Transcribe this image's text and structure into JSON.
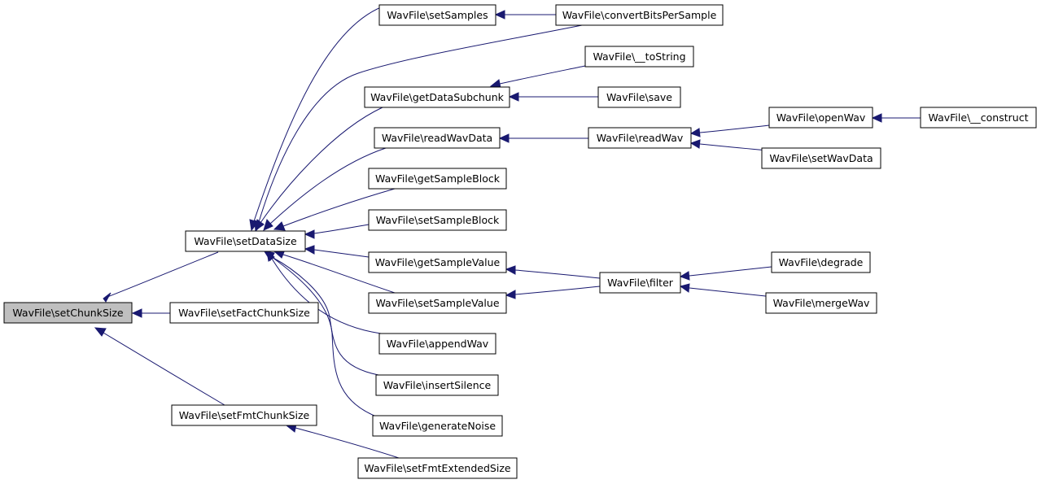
{
  "nodes": [
    {
      "id": "n0",
      "label": "WavFile\\setChunkSize",
      "highlight": true
    },
    {
      "id": "n1",
      "label": "WavFile\\setDataSize"
    },
    {
      "id": "n2",
      "label": "WavFile\\setFactChunkSize"
    },
    {
      "id": "n3",
      "label": "WavFile\\setFmtChunkSize"
    },
    {
      "id": "n4",
      "label": "WavFile\\setSamples"
    },
    {
      "id": "n5",
      "label": "WavFile\\getDataSubchunk"
    },
    {
      "id": "n6",
      "label": "WavFile\\readWavData"
    },
    {
      "id": "n7",
      "label": "WavFile\\getSampleBlock"
    },
    {
      "id": "n8",
      "label": "WavFile\\setSampleBlock"
    },
    {
      "id": "n9",
      "label": "WavFile\\getSampleValue"
    },
    {
      "id": "n10",
      "label": "WavFile\\setSampleValue"
    },
    {
      "id": "n11",
      "label": "WavFile\\appendWav"
    },
    {
      "id": "n12",
      "label": "WavFile\\insertSilence"
    },
    {
      "id": "n13",
      "label": "WavFile\\generateNoise"
    },
    {
      "id": "n14",
      "label": "WavFile\\setFmtExtendedSize"
    },
    {
      "id": "n15",
      "label": "WavFile\\convertBitsPerSample"
    },
    {
      "id": "n16",
      "label": "WavFile\\__toString"
    },
    {
      "id": "n17",
      "label": "WavFile\\save"
    },
    {
      "id": "n18",
      "label": "WavFile\\readWav"
    },
    {
      "id": "n19",
      "label": "WavFile\\filter"
    },
    {
      "id": "n20",
      "label": "WavFile\\openWav"
    },
    {
      "id": "n21",
      "label": "WavFile\\setWavData"
    },
    {
      "id": "n22",
      "label": "WavFile\\degrade"
    },
    {
      "id": "n23",
      "label": "WavFile\\mergeWav"
    },
    {
      "id": "n24",
      "label": "WavFile\\__construct"
    }
  ],
  "edges": [
    {
      "from": "n1",
      "to": "n0"
    },
    {
      "from": "n2",
      "to": "n0"
    },
    {
      "from": "n3",
      "to": "n0"
    },
    {
      "from": "n4",
      "to": "n1"
    },
    {
      "from": "n15",
      "to": "n1"
    },
    {
      "from": "n5",
      "to": "n1"
    },
    {
      "from": "n6",
      "to": "n1"
    },
    {
      "from": "n7",
      "to": "n1"
    },
    {
      "from": "n8",
      "to": "n1"
    },
    {
      "from": "n9",
      "to": "n1"
    },
    {
      "from": "n10",
      "to": "n1"
    },
    {
      "from": "n11",
      "to": "n1"
    },
    {
      "from": "n12",
      "to": "n1"
    },
    {
      "from": "n13",
      "to": "n1"
    },
    {
      "from": "n14",
      "to": "n3"
    },
    {
      "from": "n15",
      "to": "n4"
    },
    {
      "from": "n16",
      "to": "n5"
    },
    {
      "from": "n17",
      "to": "n5"
    },
    {
      "from": "n18",
      "to": "n6"
    },
    {
      "from": "n19",
      "to": "n9"
    },
    {
      "from": "n19",
      "to": "n10"
    },
    {
      "from": "n20",
      "to": "n18"
    },
    {
      "from": "n21",
      "to": "n18"
    },
    {
      "from": "n22",
      "to": "n19"
    },
    {
      "from": "n23",
      "to": "n19"
    },
    {
      "from": "n24",
      "to": "n20"
    }
  ]
}
